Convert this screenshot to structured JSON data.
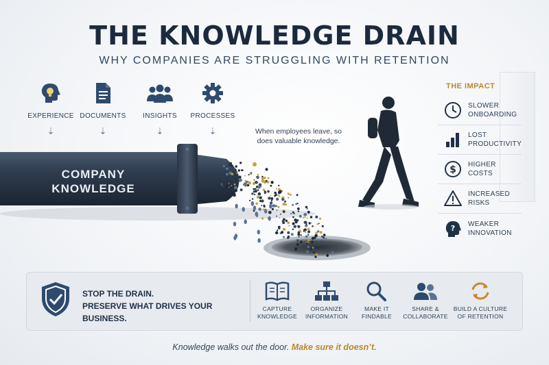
{
  "header": {
    "title": "THE KNOWLEDGE DRAIN",
    "subtitle": "WHY COMPANIES ARE STRUGGLING WITH RETENTION"
  },
  "sources": [
    {
      "label": "EXPERIENCE",
      "icon": "head-lightbulb-icon"
    },
    {
      "label": "DOCUMENTS",
      "icon": "document-icon"
    },
    {
      "label": "INSIGHTS",
      "icon": "people-group-icon"
    },
    {
      "label": "PROCESSES",
      "icon": "gear-icon"
    }
  ],
  "pipe": {
    "label_line1": "COMPANY",
    "label_line2": "KNOWLEDGE"
  },
  "callout": {
    "text": "When employees leave, so does valuable knowledge."
  },
  "impact": {
    "title": "THE IMPACT",
    "items": [
      {
        "line1": "SLOWER",
        "line2": "ONBOARDING",
        "icon": "clock-icon"
      },
      {
        "line1": "LOST",
        "line2": "PRODUCTIVITY",
        "icon": "bar-chart-icon"
      },
      {
        "line1": "HIGHER",
        "line2": "COSTS",
        "icon": "dollar-icon"
      },
      {
        "line1": "INCREASED",
        "line2": "RISKS",
        "icon": "warning-icon"
      },
      {
        "line1": "WEAKER",
        "line2": "INNOVATION",
        "icon": "head-question-icon"
      }
    ]
  },
  "bottom": {
    "stop_line1": "STOP THE DRAIN.",
    "stop_line2": "PRESERVE WHAT DRIVES YOUR BUSINESS.",
    "actions": [
      {
        "line1": "CAPTURE",
        "line2": "KNOWLEDGE",
        "icon": "book-icon"
      },
      {
        "line1": "ORGANIZE",
        "line2": "INFORMATION",
        "icon": "org-chart-icon"
      },
      {
        "line1": "MAKE IT",
        "line2": "FINDABLE",
        "icon": "magnifier-icon"
      },
      {
        "line1": "SHARE &",
        "line2": "COLLABORATE",
        "icon": "people-icon"
      },
      {
        "line1": "BUILD A CULTURE",
        "line2": "OF RETENTION",
        "icon": "cycle-arrows-icon"
      }
    ]
  },
  "footer": {
    "tagline_main": "Knowledge walks out the door.",
    "tagline_accent": "Make sure it doesn’t."
  },
  "colors": {
    "navy": "#1f3147",
    "gold": "#b8892a",
    "pipe": "#2f3d4f"
  }
}
